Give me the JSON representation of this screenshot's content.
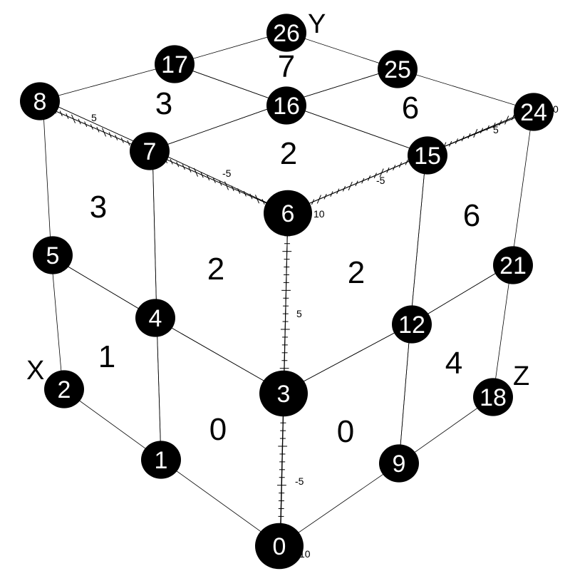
{
  "axes": {
    "x_name": "X",
    "y_name": "Y",
    "z_name": "Z",
    "tick_labels": {
      "x_mid": "5",
      "x_neg": "-5",
      "x_end": "10",
      "y_mid": "5",
      "y_neg": "-5",
      "y_end": "10",
      "z_mid": "5",
      "z_neg": "-5",
      "z_end": "10",
      "top_left_mid": "5",
      "top_right_mid": "5",
      "top_right_end": "0"
    }
  },
  "faces": [
    {
      "id": "f0a",
      "label": "0",
      "color": "#0000a0"
    },
    {
      "id": "f0b",
      "label": "0",
      "color": "#0000a0"
    },
    {
      "id": "f1",
      "label": "1",
      "color": "#0060a8"
    },
    {
      "id": "f2a",
      "label": "2",
      "color": "#00a088"
    },
    {
      "id": "f2b",
      "label": "2",
      "color": "#00a088"
    },
    {
      "id": "f2c",
      "label": "2",
      "color": "#00806c"
    },
    {
      "id": "f3a",
      "label": "3",
      "color": "#00a030"
    },
    {
      "id": "f3b",
      "label": "3",
      "color": "#008030"
    },
    {
      "id": "f4",
      "label": "4",
      "color": "#30a000"
    },
    {
      "id": "f6a",
      "label": "6",
      "color": "#a06000"
    },
    {
      "id": "f6b",
      "label": "6",
      "color": "#804c00"
    },
    {
      "id": "f7",
      "label": "7",
      "color": "#800000"
    }
  ],
  "nodes": [
    {
      "id": "n0",
      "label": "0"
    },
    {
      "id": "n1",
      "label": "1"
    },
    {
      "id": "n2",
      "label": "2"
    },
    {
      "id": "n3",
      "label": "3"
    },
    {
      "id": "n4",
      "label": "4"
    },
    {
      "id": "n5",
      "label": "5"
    },
    {
      "id": "n6",
      "label": "6"
    },
    {
      "id": "n7",
      "label": "7"
    },
    {
      "id": "n8",
      "label": "8"
    },
    {
      "id": "n9",
      "label": "9"
    },
    {
      "id": "n12",
      "label": "12"
    },
    {
      "id": "n15",
      "label": "15"
    },
    {
      "id": "n16",
      "label": "16"
    },
    {
      "id": "n17",
      "label": "17"
    },
    {
      "id": "n18",
      "label": "18"
    },
    {
      "id": "n21",
      "label": "21"
    },
    {
      "id": "n24",
      "label": "24"
    },
    {
      "id": "n25",
      "label": "25"
    },
    {
      "id": "n26",
      "label": "26"
    }
  ]
}
